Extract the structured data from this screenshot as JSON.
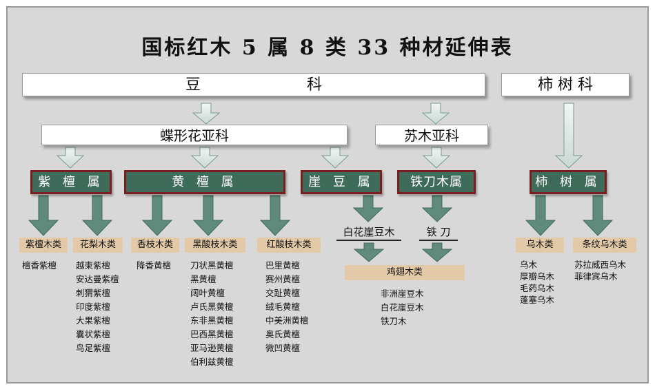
{
  "title": "国标红木 5 属 8 类 33 种材延伸表",
  "families": {
    "legume": "豆　　　　　　　科",
    "ebony": "柿 树 科"
  },
  "subfamilies": {
    "papilionoideae": "蝶形花亚科",
    "caesalpinioideae": "苏木亚科"
  },
  "genera": {
    "zitan": "紫 檀 属",
    "huangtan": "黄 檀 属",
    "yadou": "崖 豆 属",
    "tiedaomu": "铁刀木属",
    "shishu": "柿 树 属"
  },
  "intermediate": {
    "baihua": "白花崖豆木",
    "tiedao": "铁 刀"
  },
  "classes": {
    "zitanmu": "紫檀木类",
    "hualimu": "花梨木类",
    "xiangzhimu": "香枝木类",
    "heisuanzhi": "黑酸枝木类",
    "hongsuanzhi": "红酸枝木类",
    "jichimu": "鸡翅木类",
    "wumu": "乌木类",
    "tiaowen": "条纹乌木类"
  },
  "species": {
    "zitanmu": [
      "檀香紫檀"
    ],
    "hualimu": [
      "越柬紫檀",
      "安达曼紫檀",
      "刺猬紫檀",
      "印度紫檀",
      "大果紫檀",
      "囊状紫檀",
      "鸟足紫檀"
    ],
    "xiangzhimu": [
      "降香黄檀"
    ],
    "heisuanzhi": [
      "刀状黑黄檀",
      "黑黄檀",
      "阔叶黄檀",
      "卢氏黑黄檀",
      "东非黑黄檀",
      "巴西黑黄檀",
      "亚马逊黄檀",
      "伯利兹黄檀"
    ],
    "hongsuanzhi": [
      "巴里黄檀",
      "赛州黄檀",
      "交趾黄檀",
      "绒毛黄檀",
      "中美洲黄檀",
      "奥氏黄檀",
      "微凹黄檀"
    ],
    "jichimu": [
      "非洲崖豆木",
      "白花崖豆木",
      "铁刀木"
    ],
    "wumu": [
      "乌木",
      "厚瓣乌木",
      "毛药乌木",
      "蓬塞乌木"
    ],
    "tiaowen": [
      "苏拉威西乌木",
      "菲律宾乌木"
    ]
  },
  "colors": {
    "genus_fill": "#3f6b5a",
    "genus_border": "#7a1f1f",
    "class_fill": "#e3c9a8",
    "arrow_fill": "#5f8a7c",
    "arrow_light": "#dde7e4",
    "panel_bg": "#d8d8d8"
  }
}
